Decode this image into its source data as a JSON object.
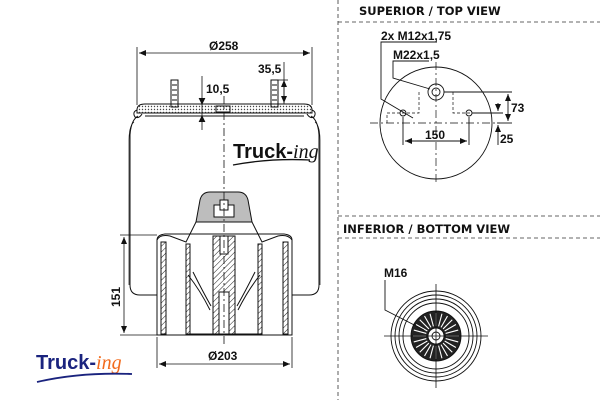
{
  "drawing": {
    "subject": "air spring (bellows) technical drawing",
    "main_view": {
      "dimensions": {
        "top_diameter": "Ø258",
        "bottom_diameter": "Ø203",
        "stud_height": "35,5",
        "offset": "10,5",
        "height": "151"
      }
    },
    "top_view": {
      "title": "SUPERIOR / TOP VIEW",
      "labels": {
        "studs": "2x M12x1,75",
        "air_inlet": "M22x1,5",
        "stud_spacing": "150",
        "inlet_offset": "73",
        "stud_offset": "25"
      }
    },
    "bottom_view": {
      "title": "INFERIOR / BOTTOM VIEW",
      "labels": {
        "thread": "M16"
      }
    }
  },
  "branding": {
    "logo_main": "Truck-",
    "logo_suffix": "ing",
    "main_color": "#1a237e",
    "suffix_color": "#f26b1d",
    "watermark_color": "#111111"
  }
}
